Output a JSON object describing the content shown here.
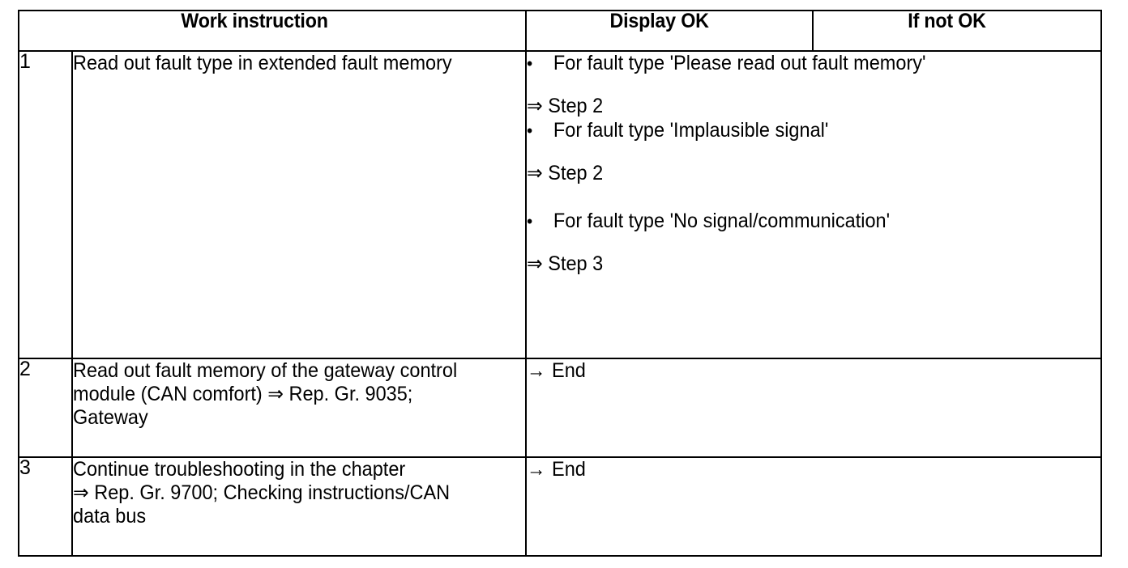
{
  "table": {
    "headers": {
      "work_instruction": "Work instruction",
      "display_ok": "Display OK",
      "if_not_ok": "If not OK"
    },
    "rows": [
      {
        "step": "1",
        "instruction": "Read out fault type in extended fault memory",
        "result_groups": [
          {
            "bullet": "•",
            "condition": "For fault type 'Please read out fault memory'",
            "arrow": "⇒",
            "action": "Step 2"
          },
          {
            "bullet": "•",
            "condition": "For fault type 'Implausible signal'",
            "arrow": "⇒",
            "action": "Step 2"
          },
          {
            "bullet": "•",
            "condition": "For fault type 'No signal/communication'",
            "arrow": "⇒",
            "action": "Step 3"
          }
        ]
      },
      {
        "step": "2",
        "instruction_line1": "Read out fault memory of the gateway control",
        "instruction_line2": "module (CAN comfort) ⇒ Rep. Gr. 9035;",
        "instruction_line3": "Gateway",
        "result_arrow": "→",
        "result_action": "End"
      },
      {
        "step": "3",
        "instruction_line1": "Continue troubleshooting in the chapter",
        "instruction_line2": "⇒ Rep. Gr. 9700; Checking instructions/CAN",
        "instruction_line3": "data bus",
        "result_arrow": "→",
        "result_action": "End"
      }
    ]
  }
}
